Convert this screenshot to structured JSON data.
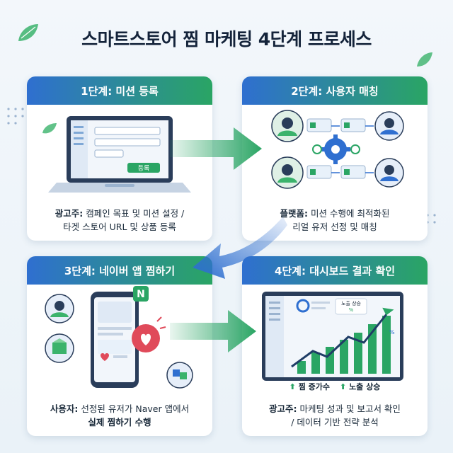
{
  "title": "스마트스토어 찜 마케팅 4단계 프로세스",
  "steps": [
    {
      "header": "1단계: 미션 등록",
      "actor": "광고주:",
      "desc_line1": "캠페인 목표 및 미션 설정 /",
      "desc_line2": "타겟 스토어 URL 및 상품 등록",
      "register_button": "등록"
    },
    {
      "header": "2단계: 사용자 매칭",
      "actor": "플랫폼:",
      "desc_line1": "미션 수행에 최적화된",
      "desc_line2": "리얼 유저 선정 및 매칭"
    },
    {
      "header": "3단계: 네이버 앱 찜하기",
      "actor": "사용자:",
      "desc_line1": "선정된 유저가 Naver 앱에서",
      "desc_line2": "실제 찜하기 수행",
      "app_badge": "N"
    },
    {
      "header": "4단계: 대시보드 결과 확인",
      "actor": "광고주:",
      "desc_line1": "마케팅 성과 및 보고서 확인",
      "desc_line2": "/ 데이터 기반 전략 분석",
      "legend_exposure": "노출 상승",
      "legend_percent": "%",
      "chart_percent": "%",
      "stat_likes": "찜 증가수",
      "stat_exposure": "노출 상승"
    }
  ],
  "colors": {
    "blue": "#2f6fd0",
    "green": "#2aa564",
    "navy": "#1f3d66"
  }
}
